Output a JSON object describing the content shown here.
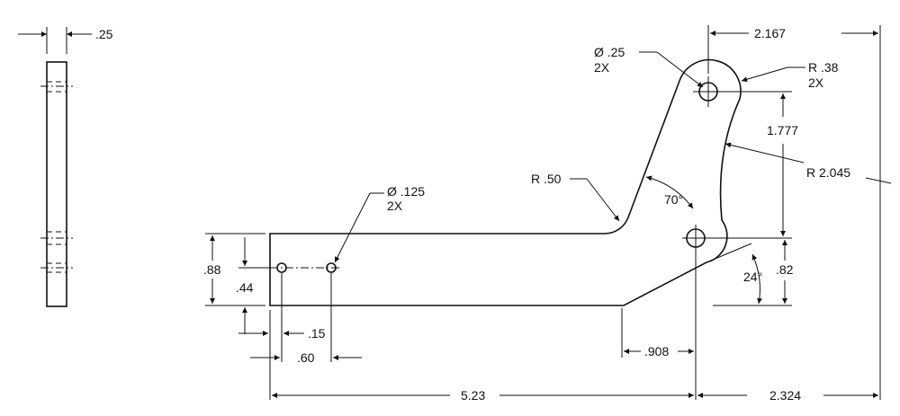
{
  "dimensions": {
    "side_thickness": ".25",
    "hole_dia_small": "Ø .125",
    "hole_dia_small_qty": "2X",
    "fillet_radius": "R .50",
    "angle_arm": "70°",
    "hole_dia_large": "Ø .25",
    "hole_dia_large_qty": "2X",
    "end_radius": "R .38",
    "end_radius_qty": "2X",
    "arm_radius": "R 2.045",
    "width_top": "2.167",
    "arm_height": "1.777",
    "base_height": ".88",
    "hole_height": ".44",
    "right_height": ".82",
    "chamfer_angle": "24°",
    "hole_offset": ".15",
    "hole_spacing": ".60",
    "chamfer_length": ".908",
    "overall_length_left": "5.23",
    "overall_length_right": "2.324"
  }
}
